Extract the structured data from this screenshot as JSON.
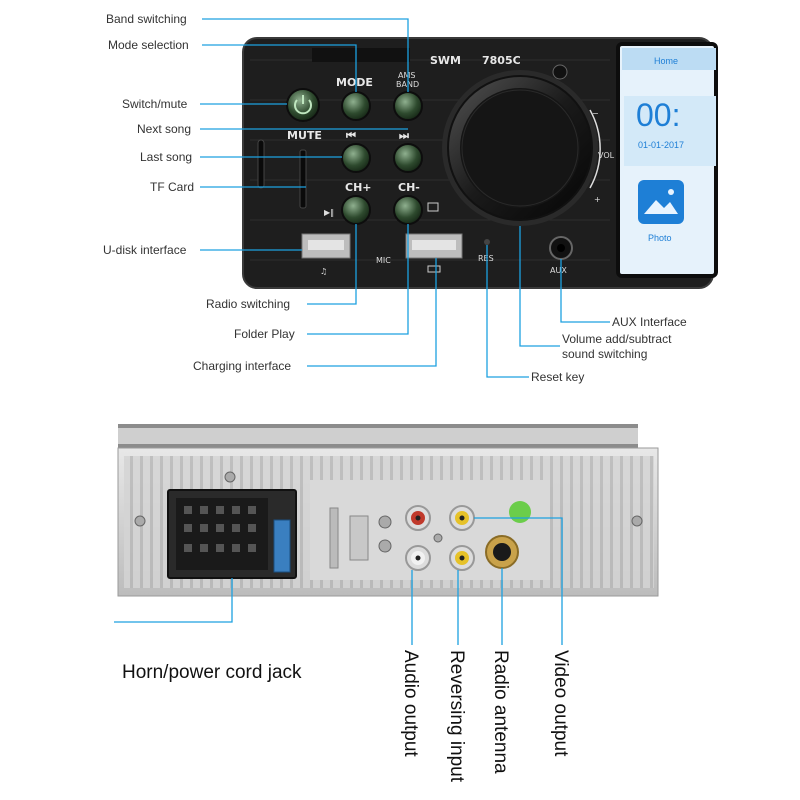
{
  "front_labels": {
    "band_switching": "Band switching",
    "mode_selection": "Mode selection",
    "switch_mute": "Switch/mute",
    "next_song": "Next song",
    "last_song": "Last song",
    "tf_card": "TF Card",
    "u_disk": "U-disk interface",
    "radio_switching": "Radio switching",
    "folder_play": "Folder Play",
    "charging": "Charging interface",
    "aux_interface": "AUX Interface",
    "volume_line1": "Volume add/subtract",
    "volume_line2": "sound switching",
    "reset_key": "Reset key"
  },
  "panel": {
    "brand": "SWM",
    "model": "7805C",
    "mode": "MODE",
    "ams": "AMS",
    "band": "BAND",
    "mute": "MUTE",
    "ch_plus": "CH+",
    "ch_minus": "CH-",
    "mic": "MIC",
    "res": "RES",
    "aux": "AUX",
    "vol": "VOL",
    "minus": "−",
    "plus": "+"
  },
  "screen": {
    "home": "Home",
    "time": "00:",
    "date": "01-01-2017",
    "photo": "Photo"
  },
  "rear_labels": {
    "horn": "Horn/power cord jack",
    "audio": "Audio output",
    "reversing": "Reversing input",
    "radio": "Radio antenna",
    "video": "Video output"
  },
  "colors": {
    "line": "#1da1e0",
    "panel": "#1f1f1f",
    "button_green": "#3a5f3a",
    "screen_blue": "#1e7fd6"
  }
}
